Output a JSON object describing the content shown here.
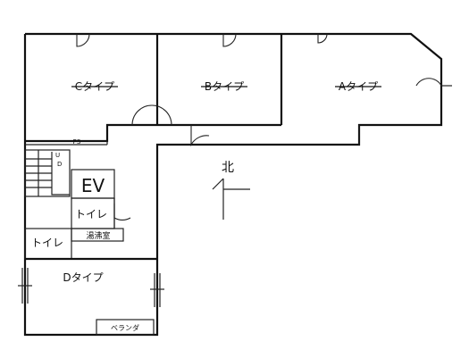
{
  "rooms": {
    "type_a": "Aタイプ",
    "type_b": "Bタイプ",
    "type_c": "Cタイプ",
    "type_d": "Dタイプ"
  },
  "facilities": {
    "ps": "PS",
    "ev": "EV",
    "toilet_1": "トイレ",
    "toilet_2": "トイレ",
    "hot_water_room": "湯沸室",
    "veranda": "ベランダ",
    "stair_up": "U",
    "stair_down": "D"
  },
  "compass": {
    "north_label": "北"
  }
}
